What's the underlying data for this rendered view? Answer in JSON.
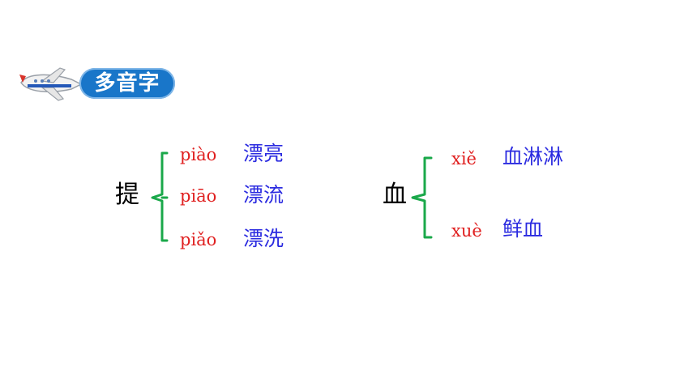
{
  "header": {
    "title": "多音字",
    "plane_icon": "airplane-icon",
    "accent": "#1976c9"
  },
  "colors": {
    "pinyin": "#e02020",
    "word": "#2b2be0",
    "brace": "#1aa84a"
  },
  "groups": [
    {
      "char": "提",
      "readings": [
        {
          "pinyin": "piào",
          "word": "漂亮"
        },
        {
          "pinyin": "piāo",
          "word": "漂流"
        },
        {
          "pinyin": "piǎo",
          "word": "漂洗"
        }
      ]
    },
    {
      "char": "血",
      "readings": [
        {
          "pinyin": "xiě",
          "word": "血淋淋"
        },
        {
          "pinyin": "xuè",
          "word": "鲜血"
        }
      ]
    }
  ]
}
